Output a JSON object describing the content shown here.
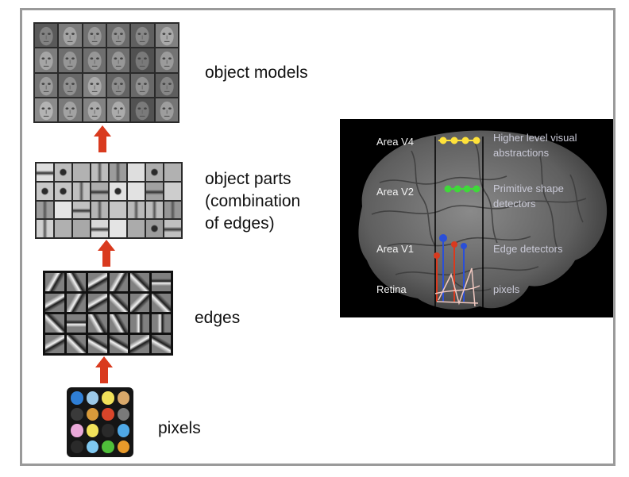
{
  "hierarchy": {
    "object_models": {
      "label": "object models",
      "rows": 4,
      "cols": 6
    },
    "object_parts": {
      "line1": "object parts",
      "line2": "(combination",
      "line3": "of edges)",
      "rows": 4,
      "cols": 8
    },
    "edges": {
      "label": "edges",
      "rows": 4,
      "cols": 6
    },
    "pixels": {
      "label": "pixels",
      "rows": 4,
      "cols": 4,
      "colors": [
        "#2f7fd6",
        "#9cc9e8",
        "#f2e25a",
        "#d9a86a",
        "#3a3a3a",
        "#d99a3a",
        "#d9452a",
        "#7a7a7a",
        "#e9a8d8",
        "#f2e25a",
        "#2a2a2a",
        "#4fa8e6",
        "#2a2a2a",
        "#7fc8f0",
        "#4fbf3a",
        "#e89a2a"
      ]
    }
  },
  "arrow_color": "#d93a1e",
  "brain": {
    "areas": [
      {
        "area": "Area V4",
        "desc1": "Higher level visual",
        "desc2": "abstractions",
        "dot_color": "#ffe23a"
      },
      {
        "area": "Area V2",
        "desc1": "Primitive shape",
        "desc2": "detectors",
        "dot_color": "#3fd83a"
      },
      {
        "area": "Area V1",
        "desc1": "Edge detectors",
        "desc2": "",
        "dot_color": "#2a4fd8"
      },
      {
        "area": "Retina",
        "desc1": "pixels",
        "desc2": "",
        "dot_color": "#d93a1e"
      }
    ]
  }
}
